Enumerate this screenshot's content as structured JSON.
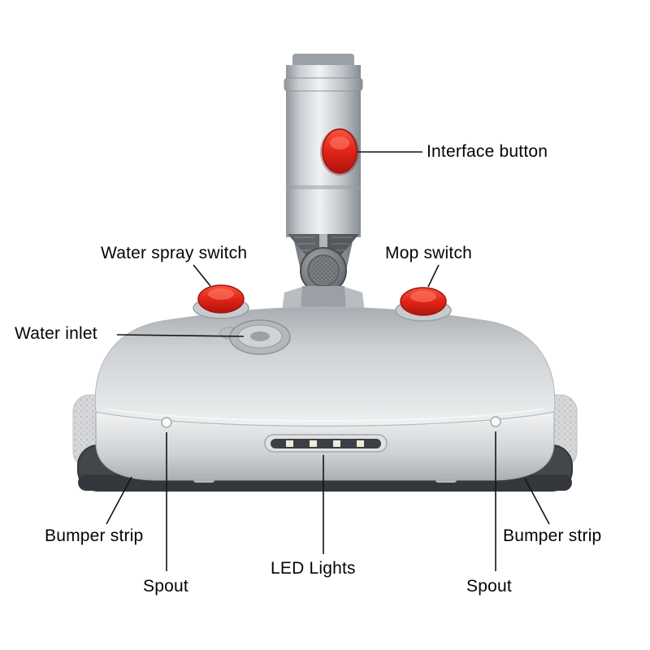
{
  "diagram": {
    "subject": "electric-mop-head-attachment",
    "background": "#ffffff",
    "labels": {
      "interface_button": "Interface button",
      "water_spray_switch": "Water spray switch",
      "mop_switch": "Mop switch",
      "water_inlet": "Water inlet",
      "bumper_strip_left": "Bumper strip",
      "spout_left": "Spout",
      "led_lights": "LED Lights",
      "spout_right": "Spout",
      "bumper_strip_right": "Bumper strip"
    },
    "colors": {
      "button_red": "#e02418",
      "body_silver": "#cfd3d6",
      "bumper_dark": "#43464b",
      "leader_line": "#141414",
      "label_text": "#050505",
      "led_light": "#efeadb"
    },
    "led_count": 4
  }
}
